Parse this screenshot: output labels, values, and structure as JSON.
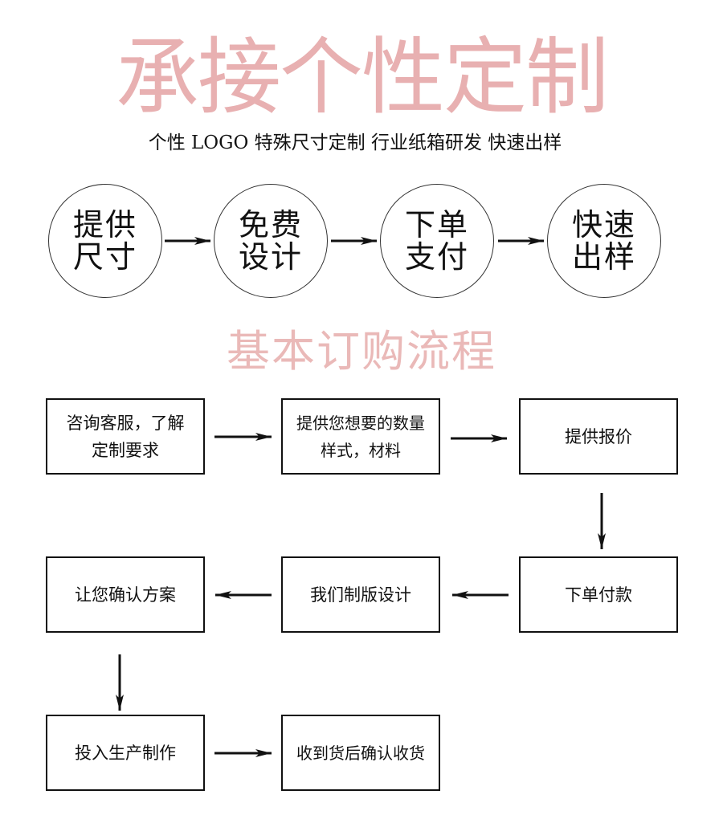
{
  "header": {
    "title": "承接个性定制",
    "subtitle": "个性 LOGO 特殊尺寸定制  行业纸箱研发  快速出样"
  },
  "colors": {
    "title_pink": "#e8b0b1",
    "section_pink": "#eab9b8",
    "line": "#111111"
  },
  "steps_circles": [
    {
      "label": "提供\n尺寸"
    },
    {
      "label": "免费\n设计"
    },
    {
      "label": "下单\n支付"
    },
    {
      "label": "快速\n出样"
    }
  ],
  "process": {
    "title": "基本订购流程",
    "boxes": [
      {
        "label": "咨询客服，了解\n定制要求"
      },
      {
        "label": "提供您想要的数量\n样式，材料"
      },
      {
        "label": "提供报价"
      },
      {
        "label": "下单付款"
      },
      {
        "label": "我们制版设计"
      },
      {
        "label": "让您确认方案"
      },
      {
        "label": "投入生产制作"
      },
      {
        "label": "收到货后确认收货"
      }
    ]
  }
}
